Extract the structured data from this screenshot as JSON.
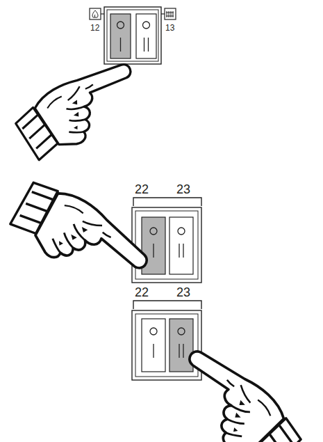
{
  "diagram": {
    "labels": [
      "12",
      "13",
      "22",
      "23",
      "22",
      "23"
    ]
  }
}
